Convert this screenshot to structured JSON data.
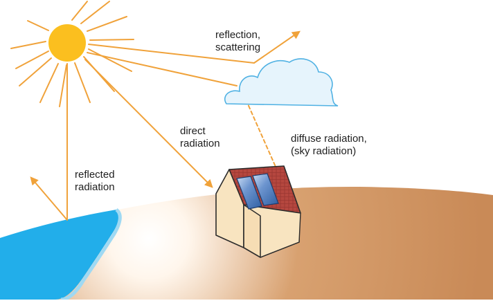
{
  "labels": {
    "reflection": [
      "reflection,",
      "scattering"
    ],
    "direct": [
      "direct",
      "radiation"
    ],
    "diffuse": [
      "diffuse radiation,",
      "(sky radiation)"
    ],
    "reflected": [
      "reflected",
      "radiation"
    ]
  },
  "colors": {
    "sun": "#fbbf1f",
    "ray": "#f0a23a",
    "ground": "#d8a170",
    "water": "#22aeea",
    "cloud": "#e6f4fc",
    "cloud_outline": "#4fb1e3",
    "roof": "#b5473f",
    "wall": "#f8e4c0",
    "panel": "#2f5fa3"
  }
}
